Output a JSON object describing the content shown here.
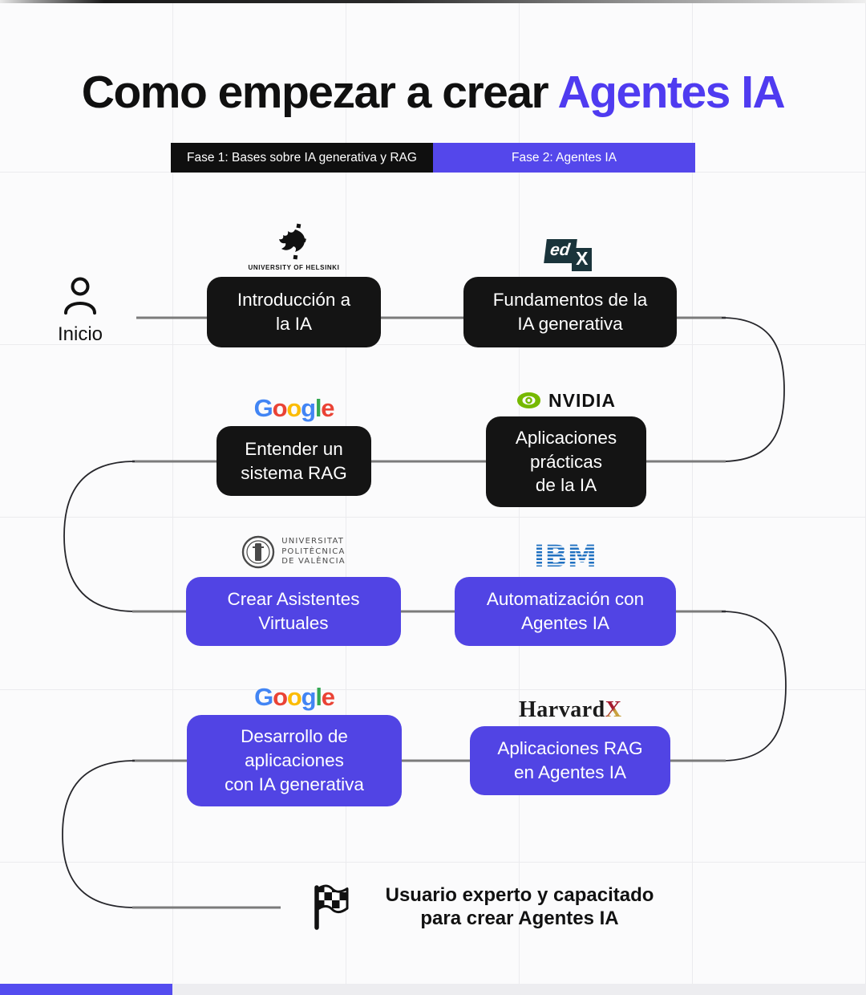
{
  "title": {
    "prefix": "Como empezar a crear",
    "accent": "Agentes IA"
  },
  "phase_bars": [
    {
      "label": "Fase 1: Bases sobre IA generativa y RAG",
      "color": "#0f0f0f"
    },
    {
      "label": "Fase 2: Agentes IA",
      "color": "#5447eb"
    }
  ],
  "start": {
    "label": "Inicio"
  },
  "logos": {
    "helsinki": {
      "caption": "UNIVERSITY OF HELSINKI"
    },
    "edx": {
      "part1": "ed",
      "part2": "X",
      "tile_color": "#1a343b"
    },
    "google": {
      "letters": [
        "G",
        "o",
        "o",
        "g",
        "l",
        "e"
      ],
      "letter_colors": [
        "#4285F4",
        "#EA4335",
        "#FBBC05",
        "#4285F4",
        "#34A853",
        "#EA4335"
      ]
    },
    "nvidia": {
      "text": "NVIDIA",
      "eye_color": "#76B900"
    },
    "upv": {
      "lines": [
        "UNIVERSITAT",
        "POLITÈCNICA",
        "DE VALÈNCIA"
      ]
    },
    "ibm": {
      "text": "IBM",
      "color": "#1F70C1"
    },
    "harvardx": {
      "part1": "Harvard",
      "part2": "X",
      "x_colors": [
        "#A51C30",
        "#C9A23F"
      ]
    }
  },
  "nodes": [
    {
      "id": "intro-ia",
      "provider": "University of Helsinki",
      "label": "Introducción a\nla IA",
      "phase": "Fase 1"
    },
    {
      "id": "fundamentos-ia-generativa",
      "provider": "edX",
      "label": "Fundamentos de la\nIA generativa",
      "phase": "Fase 1"
    },
    {
      "id": "entender-sistema-rag",
      "provider": "Google",
      "label": "Entender un\nsistema RAG",
      "phase": "Fase 1"
    },
    {
      "id": "aplicaciones-practicas-ia",
      "provider": "NVIDIA",
      "label": "Aplicaciones\nprácticas\nde la IA",
      "phase": "Fase 1"
    },
    {
      "id": "crear-asistentes-virtuales",
      "provider": "Universitat Politècnica de València",
      "label": "Crear Asistentes\nVirtuales",
      "phase": "Fase 2"
    },
    {
      "id": "automatizacion-agentes-ia",
      "provider": "IBM",
      "label": "Automatización con\nAgentes IA",
      "phase": "Fase 2"
    },
    {
      "id": "desarrollo-aplicaciones",
      "provider": "Google",
      "label": "Desarrollo de\naplicaciones\ncon IA generativa",
      "phase": "Fase 2"
    },
    {
      "id": "aplicaciones-rag-agentes",
      "provider": "HarvardX",
      "label": "Aplicaciones RAG\nen Agentes IA",
      "phase": "Fase 2"
    }
  ],
  "finish": {
    "label": "Usuario experto y capacitado\npara crear Agentes IA"
  },
  "colors": {
    "background": "#fbfbfc",
    "grid_line": "#ebebee",
    "node_dark": "#141414",
    "node_purple": "#5144e4",
    "title_accent": "#4f3bf0",
    "connector_gray": "#7b7b7b",
    "connector_curve": "#26262b",
    "bottom_strip": "#544cef"
  }
}
